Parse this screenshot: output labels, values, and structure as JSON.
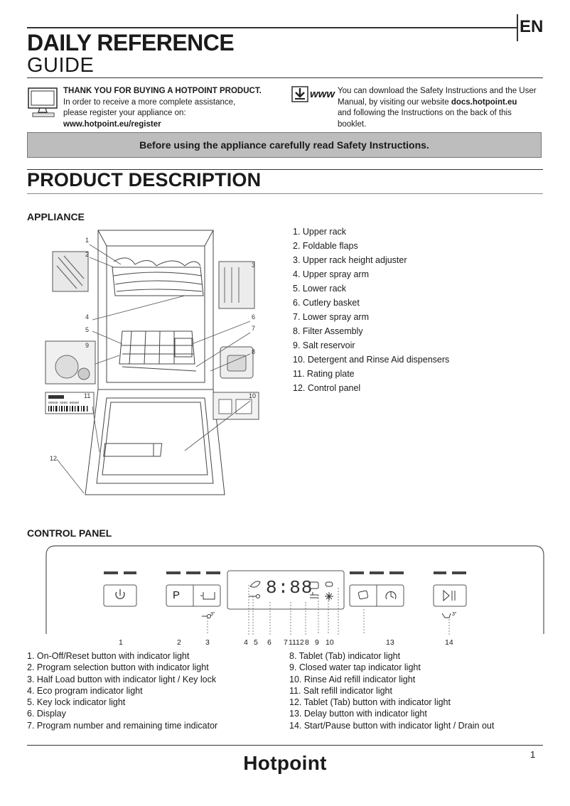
{
  "header": {
    "title_line1": "DAILY REFERENCE",
    "title_line2": "GUIDE",
    "language": "EN"
  },
  "intro_left": {
    "icon": "computer-monitor-icon",
    "heading": "THANK YOU FOR BUYING A HOTPOINT PRODUCT.",
    "line1": "In order to receive a more complete assistance,",
    "line2": "please register your appliance on:",
    "url": "www.hotpoint.eu/register"
  },
  "intro_right": {
    "icon": "download-www-icon",
    "icon_text": "www",
    "line1": "You can download the Safety Instructions and the User",
    "line2_pre": "Manual, by visiting our website ",
    "line2_url": "docs.hotpoint.eu",
    "line3": "and following the Instructions on the back of this",
    "line4": "booklet."
  },
  "banner": "Before using the appliance carefully read Safety Instructions.",
  "section_title": "PRODUCT  DESCRIPTION",
  "appliance": {
    "heading": "APPLIANCE",
    "items": [
      "1.  Upper rack",
      "2.  Foldable flaps",
      "3.  Upper rack height adjuster",
      "4.  Upper spray arm",
      "5.  Lower rack",
      "6.  Cutlery basket",
      "7.  Lower spray arm",
      "8.  Filter Assembly",
      "9.  Salt reservoir",
      "10.  Detergent and Rinse Aid dispensers",
      "11.  Rating plate",
      "12.  Control panel"
    ],
    "callouts": [
      "1",
      "2",
      "3",
      "4",
      "5",
      "6",
      "7",
      "8",
      "9",
      "10",
      "11",
      "12"
    ],
    "rating_plate_text": "00000 0000 00000"
  },
  "control_panel": {
    "heading": "CONTROL PANEL",
    "display_text": "8:88",
    "program_button_label": "P",
    "key_lock_hint": "3\"",
    "drain_hint": "3\"",
    "number_row": [
      "1",
      "2",
      "3",
      "4",
      "5",
      "6",
      "7",
      "11",
      "12",
      "8",
      "9",
      "10",
      "13",
      "14"
    ],
    "items_left": [
      "1.  On-Off/Reset button with indicator light",
      "2.  Program selection button with indicator light",
      "3.  Half Load button with indicator light / Key lock",
      "4.  Eco program indicator light",
      "5.  Key lock indicator light",
      "6.  Display",
      "7.  Program number and remaining time indicator"
    ],
    "items_right": [
      "8.  Tablet (Tab) indicator light",
      "9.  Closed water tap indicator light",
      "10.  Rinse Aid refill indicator light",
      "11.  Salt refill indicator light",
      "12.  Tablet (Tab) button with indicator light",
      "13.  Delay button with indicator light",
      "14.  Start/Pause button with indicator light / Drain out"
    ]
  },
  "footer": {
    "brand": "Hotpoint",
    "page_number": "1"
  }
}
